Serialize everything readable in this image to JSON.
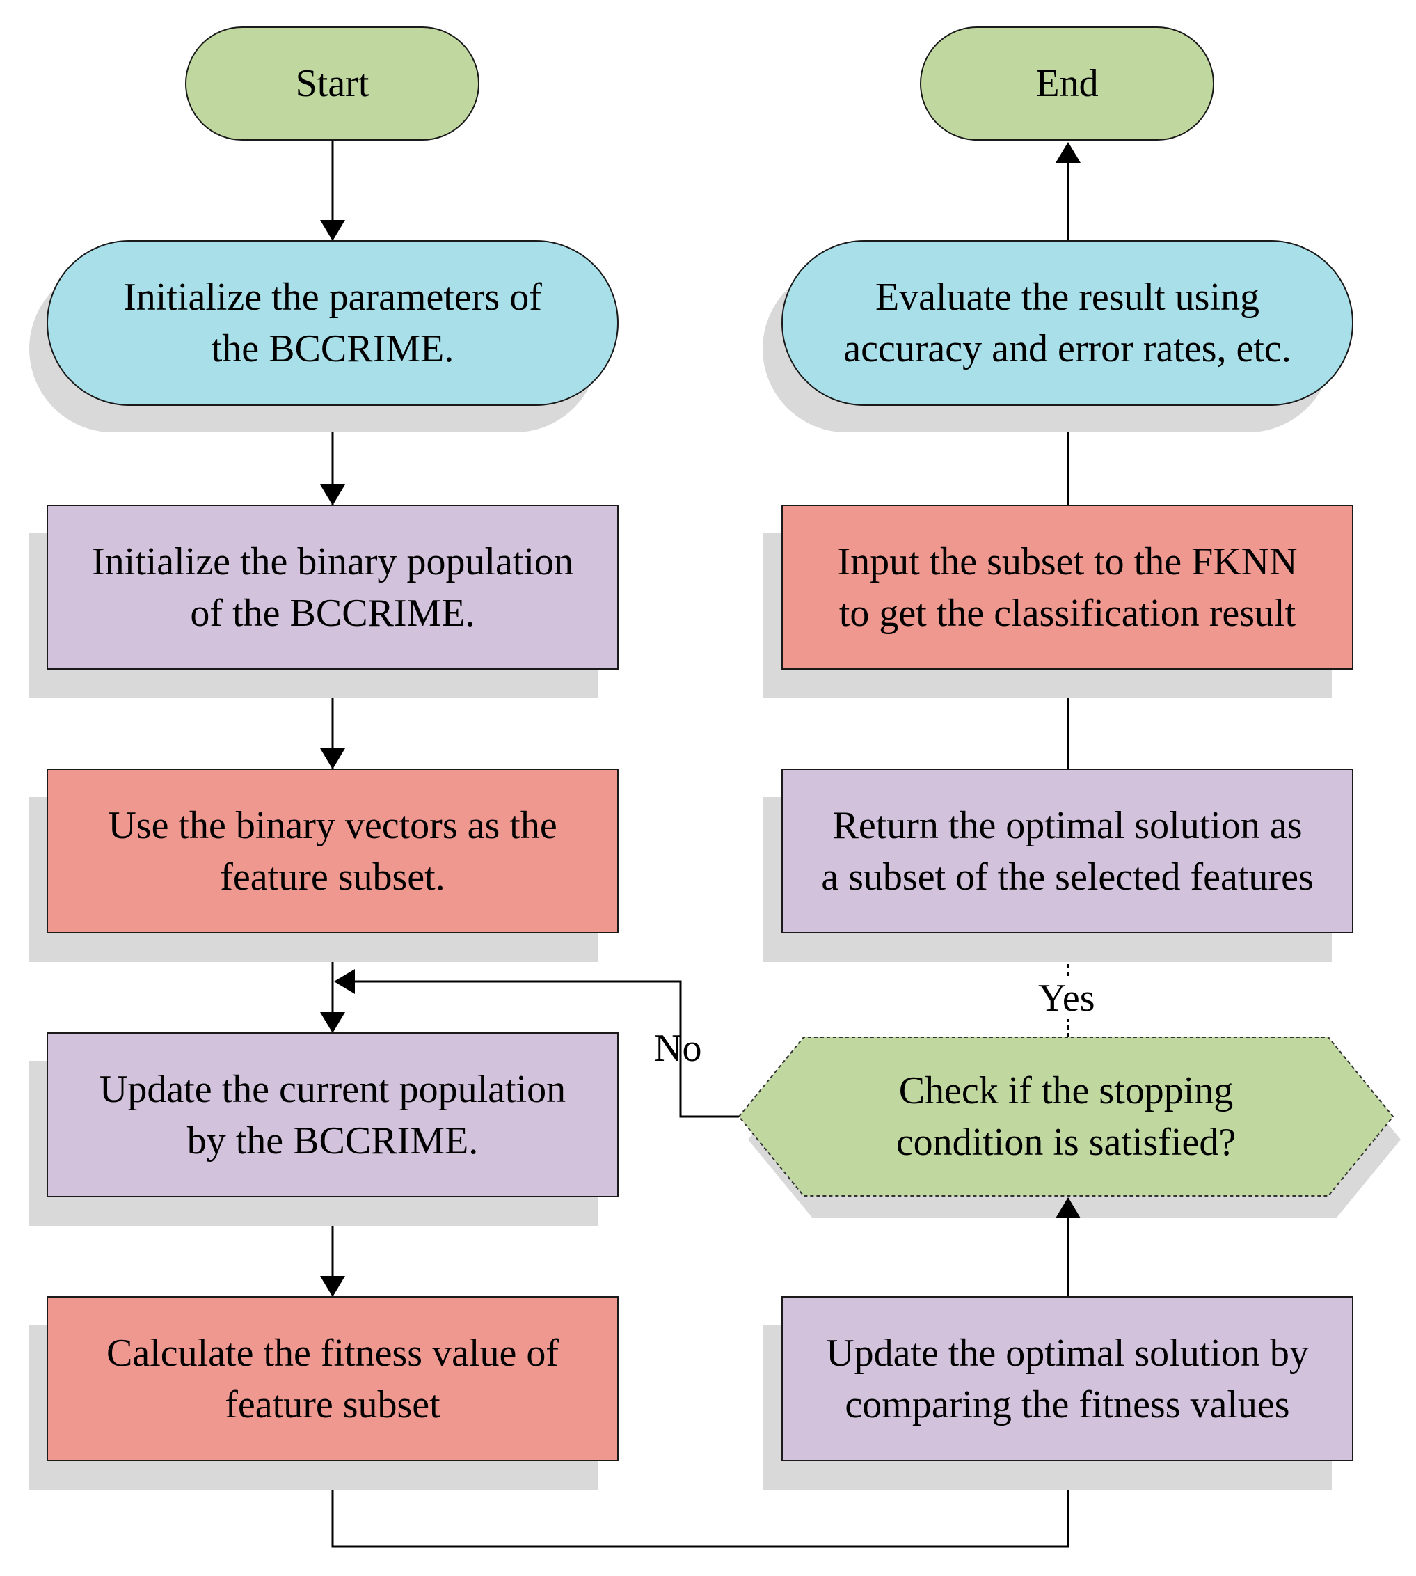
{
  "colors": {
    "green": "#c0d8a0",
    "blue": "#a8dfe8",
    "purple": "#d2c2dc",
    "red": "#ee9890",
    "shadow": "#d9d9d9",
    "line": "#000000"
  },
  "nodes": {
    "start": {
      "text": "Start",
      "color": "green"
    },
    "init_params": {
      "text": "Initialize the parameters of\nthe BCCRIME.",
      "color": "blue"
    },
    "init_population": {
      "text": "Initialize the binary population\nof the BCCRIME.",
      "color": "purple"
    },
    "use_vectors": {
      "text": "Use the binary vectors as the\nfeature subset.",
      "color": "red"
    },
    "update_population": {
      "text": "Update the current population\nby the BCCRIME.",
      "color": "purple"
    },
    "calc_fitness": {
      "text": "Calculate the fitness value of\nfeature subset",
      "color": "red"
    },
    "update_optimal": {
      "text": "Update the optimal solution by\ncomparing the fitness values",
      "color": "purple"
    },
    "check_stop": {
      "text": "Check if the stopping\ncondition is satisfied?",
      "color": "green"
    },
    "return_optimal": {
      "text": "Return the optimal solution as\na subset of the selected features",
      "color": "purple"
    },
    "input_fknn": {
      "text": "Input the subset to the FKNN\nto get the classification result",
      "color": "red"
    },
    "evaluate": {
      "text": "Evaluate the result using\naccuracy and error rates, etc.",
      "color": "blue"
    },
    "end": {
      "text": "End",
      "color": "green"
    }
  },
  "edge_labels": {
    "yes": "Yes",
    "no": "No"
  }
}
